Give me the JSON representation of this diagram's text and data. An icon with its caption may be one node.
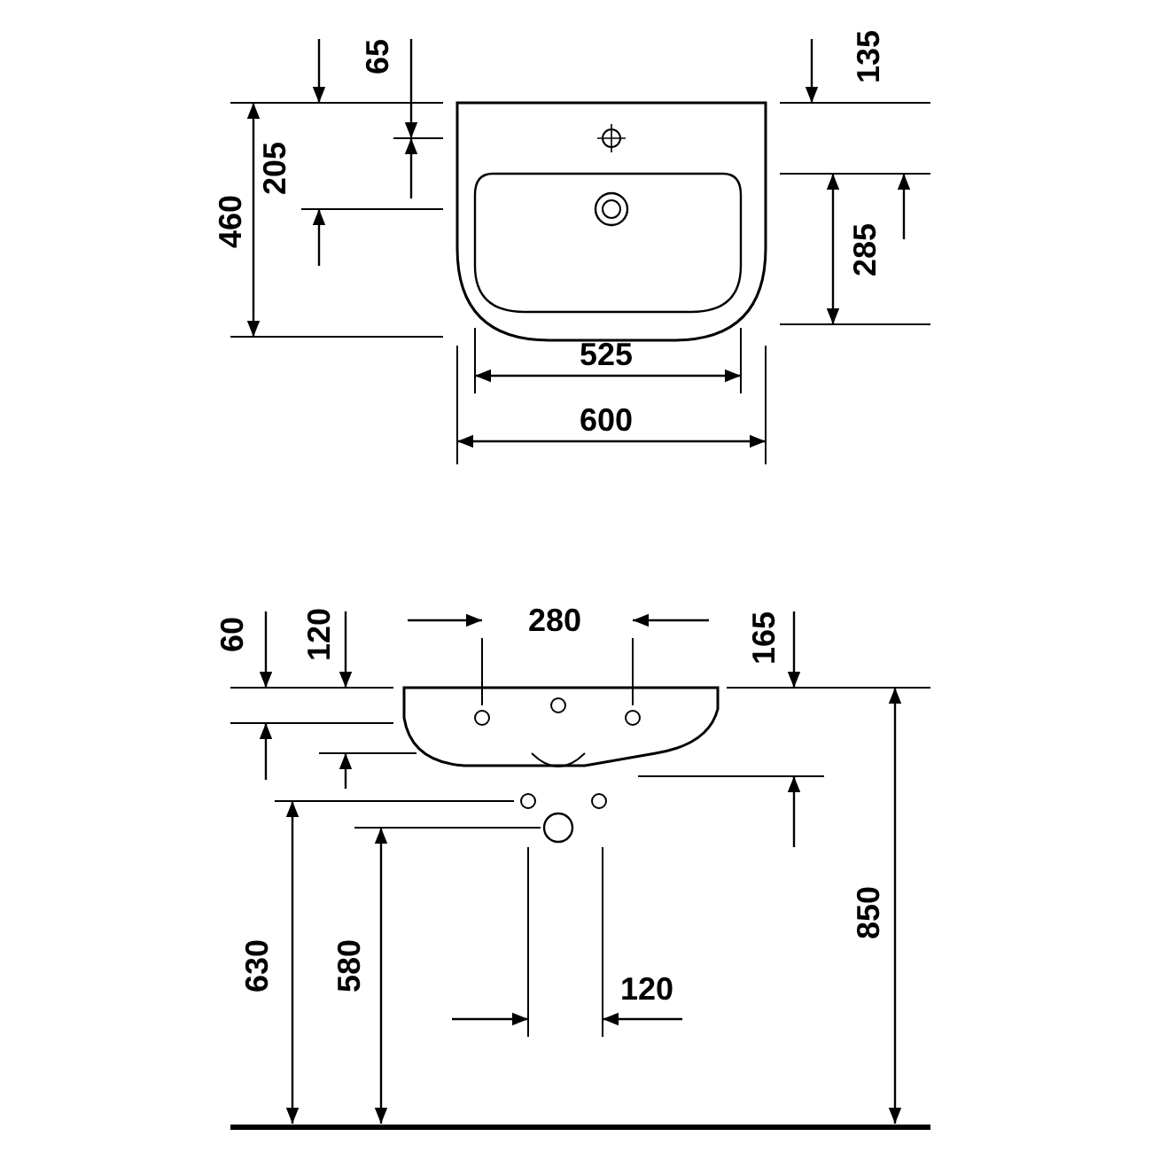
{
  "diagram": {
    "labels": [
      "65",
      "135",
      "205",
      "460",
      "285",
      "525",
      "600",
      "60",
      "120",
      "280",
      "165",
      "850",
      "630",
      "580",
      "120"
    ]
  }
}
